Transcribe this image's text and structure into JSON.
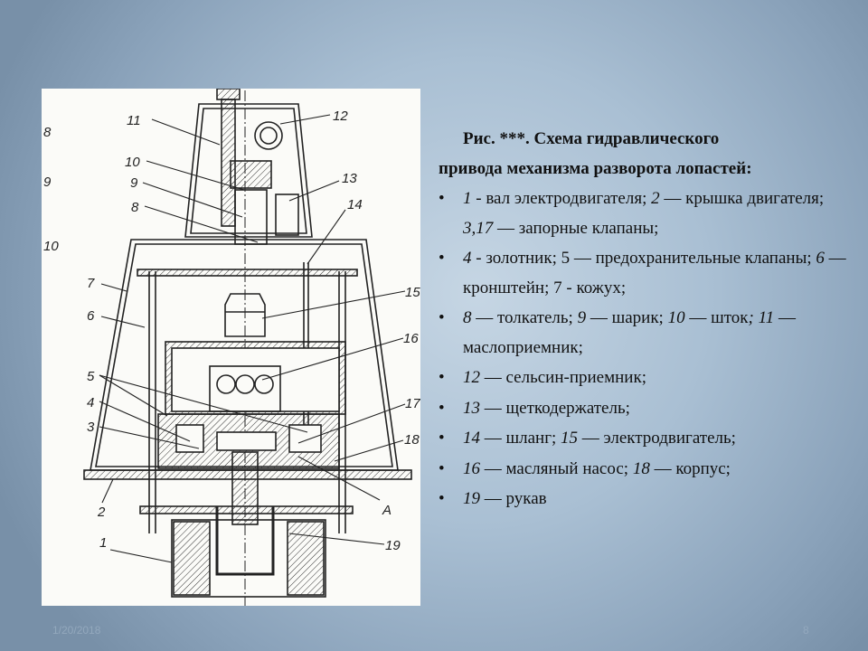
{
  "diagram": {
    "labels": {
      "l1": "1",
      "l2": "2",
      "l3": "3",
      "l4": "4",
      "l5": "5",
      "l6": "6",
      "l7": "7",
      "l8": "8",
      "l9": "9",
      "l10": "10",
      "l11": "11",
      "l12": "12",
      "l13": "13",
      "l14": "14",
      "l15": "15",
      "l16": "16",
      "l17": "17",
      "l18": "18",
      "l19": "19",
      "lA": "A",
      "m8": "8",
      "m9": "9",
      "m10": "10"
    }
  },
  "caption": {
    "line1": "Рис. ***. Схема гидравлического",
    "line2": "привода механизма разворота лопастей:"
  },
  "bullet_char": "•",
  "items": [
    [
      {
        "t": "1",
        "i": true
      },
      {
        "t": " - вал электродвигателя; "
      },
      {
        "t": "2",
        "i": true
      },
      {
        "t": " — крышка двигателя; "
      },
      {
        "t": "3,17",
        "i": true
      },
      {
        "t": " — запорные клапаны;"
      }
    ],
    [
      {
        "t": "4",
        "i": true
      },
      {
        "t": " - золотник; 5 — предохранительные клапаны; "
      },
      {
        "t": "6",
        "i": true
      },
      {
        "t": " — кронштейн; 7 - кожух;"
      }
    ],
    [
      {
        "t": "8",
        "i": true
      },
      {
        "t": " — толкатель; "
      },
      {
        "t": "9",
        "i": true
      },
      {
        "t": " — шарик; "
      },
      {
        "t": "10",
        "i": true
      },
      {
        "t": " — шток"
      },
      {
        "t": ";",
        "i": true
      },
      {
        "t": " "
      },
      {
        "t": "11",
        "i": true
      },
      {
        "t": " — маслоприемник;"
      }
    ],
    [
      {
        "t": "12",
        "i": true
      },
      {
        "t": " — сельсин-приемник;"
      }
    ],
    [
      {
        "t": "13",
        "i": true
      },
      {
        "t": " — щеткодержатель;"
      }
    ],
    [
      {
        "t": "14",
        "i": true
      },
      {
        "t": " — шланг; "
      },
      {
        "t": "15",
        "i": true
      },
      {
        "t": " — электродвигатель;"
      }
    ],
    [
      {
        "t": "16",
        "i": true
      },
      {
        "t": " — масляный насос; "
      },
      {
        "t": "18",
        "i": true
      },
      {
        "t": " — корпус;"
      }
    ],
    [
      {
        "t": "19",
        "i": true
      },
      {
        "t": " — рукав"
      }
    ]
  ],
  "footer": {
    "date": "1/20/2018",
    "page": "8"
  }
}
